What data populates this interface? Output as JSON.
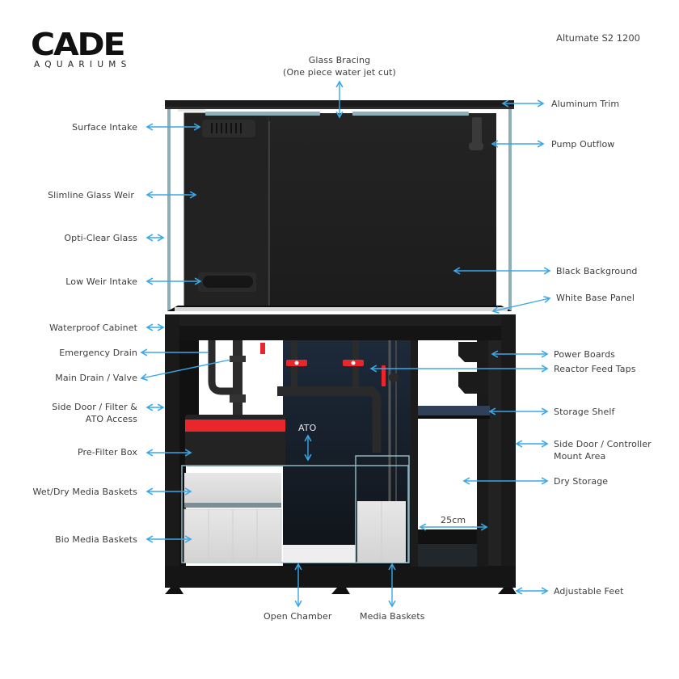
{
  "brand": {
    "logo_text": "CADE",
    "logo_subtext": "AQUARIUMS"
  },
  "model_name": "Altumate S2 1200",
  "colors": {
    "arrow": "#3aa8e8",
    "tank_black": "#1f1f1f",
    "glass": "#7fa3ac",
    "accent_red": "#e8262b",
    "label_text": "#3d3d3d"
  },
  "labels": {
    "glass_bracing": [
      "Glass Bracing",
      "(One piece water jet cut)"
    ],
    "aluminum_trim": "Aluminum Trim",
    "surface_intake": "Surface Intake",
    "pump_outflow": "Pump Outflow",
    "slimline_glass_weir": "Slimline Glass Weir",
    "opti_clear_glass": "Opti-Clear Glass",
    "black_background": "Black Background",
    "low_weir_intake": "Low Weir Intake",
    "white_base_panel": "White Base Panel",
    "waterproof_cabinet": "Waterproof Cabinet",
    "emergency_drain": "Emergency Drain",
    "power_boards": "Power Boards",
    "main_drain_valve": "Main Drain / Valve",
    "reactor_feed_taps": "Reactor Feed Taps",
    "side_door_filter": [
      "Side Door / Filter &",
      "ATO Access"
    ],
    "storage_shelf": "Storage Shelf",
    "side_door_controller": [
      "Side Door / Controller",
      "Mount Area"
    ],
    "pre_filter_box": "Pre-Filter Box",
    "ato": "ATO",
    "dry_storage": "Dry Storage",
    "wet_dry_media_baskets": "Wet/Dry Media Baskets",
    "bio_media_baskets": "Bio Media Baskets",
    "dimension_25cm": "25cm",
    "adjustable_feet": "Adjustable Feet",
    "open_chamber": "Open Chamber",
    "media_baskets": "Media Baskets"
  }
}
